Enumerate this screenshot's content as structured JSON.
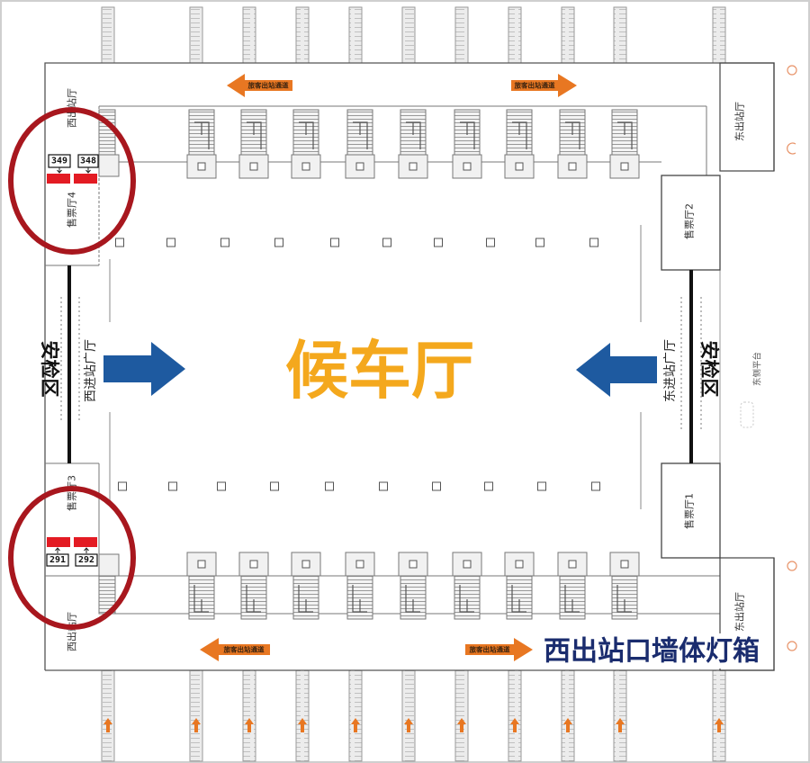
{
  "hall_title": "候车厅",
  "areas": {
    "west_exit_top": "西出站厅",
    "ticket_hall_4": "售票厅4",
    "ticket_hall_3": "售票厅3",
    "west_exit_bottom": "西出站厅",
    "west_entry_plaza": "西进站广厅",
    "security_west": "安检区",
    "east_exit_top": "东出站厅",
    "ticket_hall_2": "售票厅2",
    "ticket_hall_1": "售票厅1",
    "east_entry_plaza": "东进站广厅",
    "security_east": "安检区",
    "east_platform": "东侧平台",
    "east_exit_bottom": "东出站厅"
  },
  "exit_arrows": [
    {
      "label": "旅客出站通道",
      "icon": "arrow-left-icon"
    },
    {
      "label": "旅客出站通道",
      "icon": "arrow-right-icon"
    },
    {
      "label": "旅客出站通道",
      "icon": "arrow-left-icon"
    },
    {
      "label": "旅客出站通道",
      "icon": "arrow-right-icon"
    }
  ],
  "entry_arrows": [
    {
      "icon": "arrow-right-icon"
    },
    {
      "icon": "arrow-left-icon"
    }
  ],
  "lightboxes": {
    "west_top": [
      "349",
      "348"
    ],
    "west_bottom": [
      "291",
      "292"
    ]
  },
  "caption": "西出站口墙体灯箱",
  "colors": {
    "hall_title": "#F4A81D",
    "entry_arrow": "#1E5AA0",
    "exit_arrow": "#E87722",
    "exit_arrow_text": "#3B2410",
    "highlight_ring": "#A8171E",
    "lightbox_marker": "#E31B23",
    "caption": "#1A2C6E"
  }
}
